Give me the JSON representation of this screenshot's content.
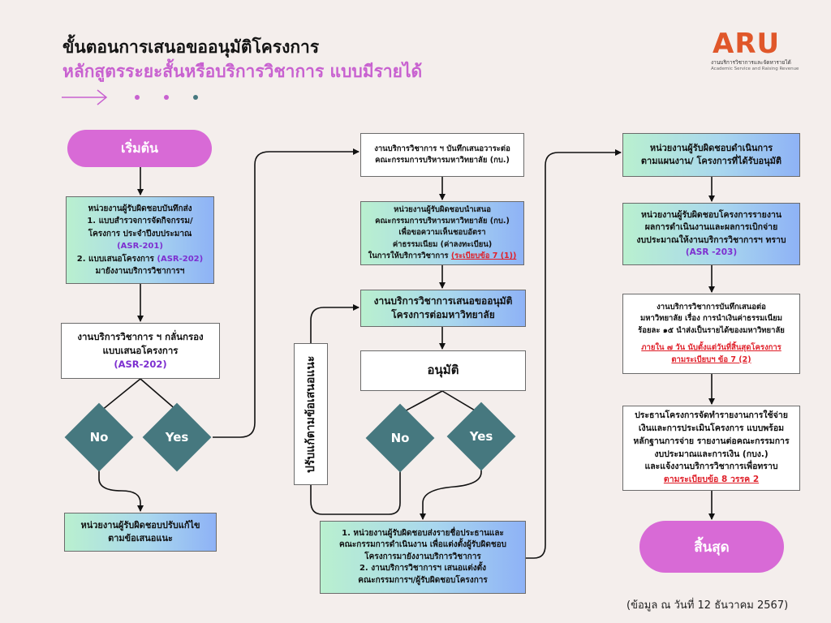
{
  "header": {
    "title": "ขั้นตอนการเสนอขออนุมัติโครงการ",
    "subtitle": "หลักสูตรระยะสั้นหรือบริการวิชาการ แบบมีรายได้"
  },
  "logo": {
    "mark": "ARU",
    "line1": "งานบริการวิชาการและจัดหารายได้",
    "line2": "Academic Service and Raising Revenue"
  },
  "col1": {
    "start": "เริ่มต้น",
    "step1": {
      "l1": "หน่วยงานผู้รับผิดชอบบันทึกส่ง",
      "l2": "1. แบบสำรวจการจัดกิจกรรม/",
      "l3": "โครงการ ประจำปีงบประมาณ",
      "l4": "(ASR-201)",
      "l5a": "2. แบบเสนอโครงการ ",
      "l5b": "(ASR-202)",
      "l6": "มายังงานบริการวิชาการฯ"
    },
    "step2": {
      "l1": "งานบริการวิชาการ ฯ กลั่นกรอง",
      "l2": "แบบเสนอโครงการ",
      "l3": "(ASR-202)"
    },
    "no": "No",
    "yes": "Yes",
    "step3": {
      "l1": "หน่วยงานผู้รับผิดชอบปรับแก้ไข",
      "l2": "ตามข้อเสนอแนะ"
    }
  },
  "col2": {
    "step1": {
      "l1": "งานบริการวิชาการ ฯ บันทึกเสนอวาระต่อ",
      "l2": "คณะกรรมการบริหารมหาวิทยาลัย (กบ.)"
    },
    "step2": {
      "l1": "หน่วยงานผู้รับผิดชอบนำเสนอ",
      "l2": "คณะกรรมการบริหารมหาวิทยาลัย (กบ.)",
      "l3": "เพื่อขอความเห็นชอบอัตรา",
      "l4": "ค่าธรรมเนียม (ค่าลงทะเบียน)",
      "l5a": "ในการให้บริการวิชาการ ",
      "l5b": "(ระเบียบข้อ 7 (1))"
    },
    "step3": {
      "l1": "งานบริการวิชาการเสนอขออนุมัติ",
      "l2": "โครงการต่อมหาวิทยาลัย"
    },
    "approve": "อนุมัติ",
    "revise": "ปรับแก้ตามข้อเสนอแนะ",
    "no": "No",
    "yes": "Yes",
    "step4": {
      "l1": "1. หน่วยงานผู้รับผิดชอบส่งรายชื่อประธานและ",
      "l2": "คณะกรรมการดำเนินงาน เพื่อแต่งตั้งผู้รับผิดชอบ",
      "l3": "โครงการมายังงานบริการวิชาการ",
      "l4": "2. งานบริการวิชาการฯ เสนอแต่งตั้ง",
      "l5": "คณะกรรมการฯ/ผู้รับผิดชอบโครงการ"
    }
  },
  "col3": {
    "step1": {
      "l1": "หน่วยงานผู้รับผิดชอบดำเนินการ",
      "l2": "ตามแผนงาน/ โครงการที่ได้รับอนุมัติ"
    },
    "step2": {
      "l1": "หน่วยงานผู้รับผิดชอบโครงการรายงาน",
      "l2": "ผลการดำเนินงานและผลการเบิกจ่าย",
      "l3": "งบประมาณให้งานบริการวิชาการฯ ทราบ",
      "l4": "(ASR -203)"
    },
    "step3": {
      "l1": "งานบริการวิชาการบันทึกเสนอต่อ",
      "l2": "มหาวิทยาลัย เรื่อง การนำเงินค่าธรรมเนียม",
      "l3": "ร้อยละ ๑๕ นำส่งเป็นรายได้ของมหาวิทยาลัย",
      "l4": "ภายใน ๗ วัน นับตั้งแต่วันที่สิ้นสุดโครงการ",
      "l5": "ตามระเบียบฯ ข้อ 7 (2)"
    },
    "step4": {
      "l1": "ประธานโครงการจัดทำรายงานการใช้จ่าย",
      "l2": "เงินและการประเมินโครงการ แบบพร้อม",
      "l3": "หลักฐานการจ่าย รายงานต่อคณะกรรมการ",
      "l4": "งบประมาณและการเงิน (กบง.)",
      "l5": "และแจ้งงานบริการวิชาการเพื่อทราบ",
      "l6": "ตามระเบียบข้อ 8 วรรค 2"
    },
    "end": "สิ้นสุด"
  },
  "footer": "(ข้อมูล ณ วันที่ 12 ธันวาคม 2567)",
  "colors": {
    "pill": "#d86ad6",
    "diamond": "#46787f",
    "purple_text": "#7d2fd0",
    "red_text": "#e0212b",
    "gradient_from": "#b9f0cf",
    "gradient_to": "#8eb2f6"
  }
}
